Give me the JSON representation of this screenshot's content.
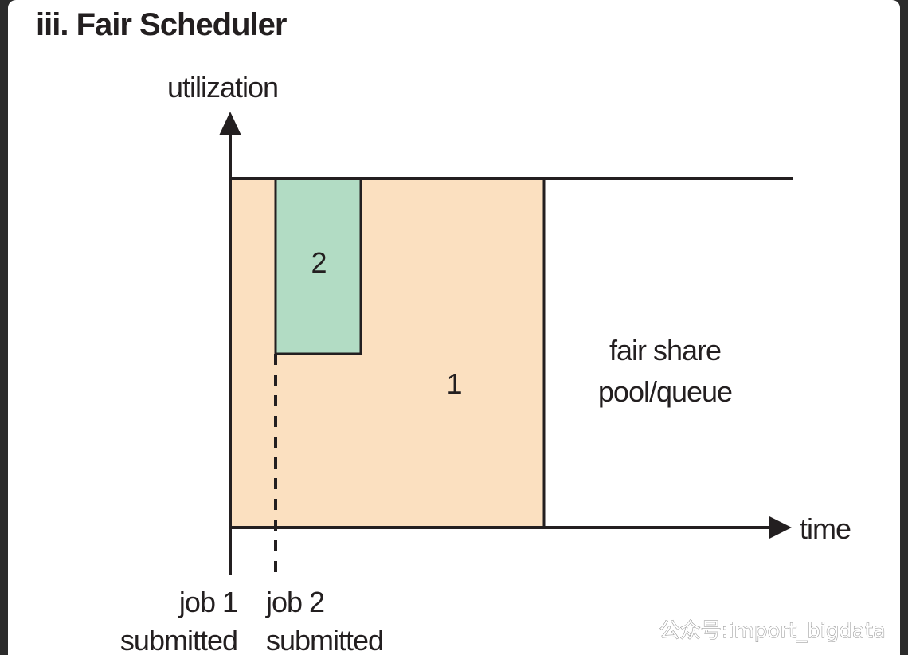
{
  "title": "iii. Fair Scheduler",
  "axes": {
    "y_label": "utilization",
    "x_label": "time"
  },
  "blocks": {
    "job1_label": "1",
    "job2_label": "2"
  },
  "annotations": {
    "pool_line1": "fair share",
    "pool_line2": "pool/queue",
    "job1_line1": "job 1",
    "job1_line2": "submitted",
    "job2_line1": "job 2",
    "job2_line2": "submitted"
  },
  "watermark": "公众号:import_bigdata",
  "colors": {
    "job1_fill": "#fbe0c0",
    "job2_fill": "#b2dcc4",
    "line": "#231f20"
  }
}
